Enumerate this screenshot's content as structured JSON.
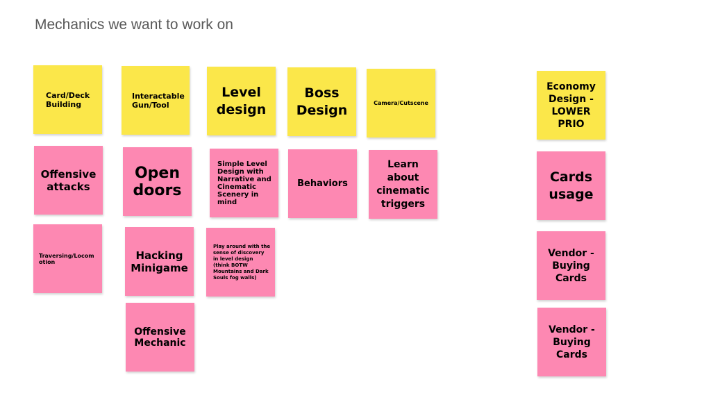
{
  "title": "Mechanics we want to work on",
  "colors": {
    "yellow_note": "#fbe74a",
    "pink_note": "#fd88b2",
    "title_text": "#595959"
  },
  "notes": {
    "card_deck_building": "Card/Deck Building",
    "interactable_gun_tool": "Interactable Gun/Tool",
    "level_design": "Level design",
    "boss_design": "Boss Design",
    "camera_cutscene": "Camera/Cutscene",
    "economy_design": "Economy Design - LOWER PRIO",
    "offensive_attacks": "Offensive attacks",
    "traversing_locomotion": "Traversing/Locomotion",
    "open_doors": "Open doors",
    "hacking_minigame": "Hacking Minigame",
    "offensive_mechanic": "Offensive Mechanic",
    "simple_level_design": "Simple Level Design with Narrative and Cinematic Scenery in mind",
    "play_around_discovery": "Play around with the sense of discovery in level design (think BOTW Mountains and Dark Souls fog walls)",
    "behaviors": "Behaviors",
    "learn_cinematic_triggers": "Learn about cinematic triggers",
    "cards_usage": "Cards usage",
    "vendor_buying_cards_1": "Vendor - Buying Cards",
    "vendor_buying_cards_2": "Vendor - Buying Cards"
  }
}
